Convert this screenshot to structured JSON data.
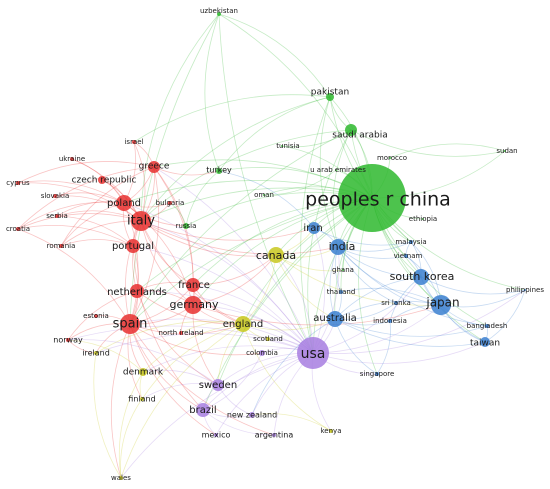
{
  "palette": {
    "red": "#e8302f",
    "green": "#2eb82e",
    "blue": "#3a7fd0",
    "yellow": "#c8c81e",
    "purple": "#a77ee0",
    "background": "#ffffff"
  },
  "nodes": [
    {
      "id": "peoples-r-china",
      "label": "peoples r china",
      "cluster": "green",
      "size": 5
    },
    {
      "id": "usa",
      "label": "usa",
      "cluster": "purple",
      "size": 4
    },
    {
      "id": "pakistan",
      "label": "pakistan",
      "cluster": "green",
      "size": 2
    },
    {
      "id": "uzbekistan",
      "label": "uzbekistan",
      "cluster": "green",
      "size": 1
    },
    {
      "id": "saudi-arabia",
      "label": "saudi arabia",
      "cluster": "green",
      "size": 2
    },
    {
      "id": "tunisia",
      "label": "tunisia",
      "cluster": "green",
      "size": 1
    },
    {
      "id": "morocco",
      "label": "morocco",
      "cluster": "green",
      "size": 1
    },
    {
      "id": "u-arab-emirates",
      "label": "u arab emirates",
      "cluster": "green",
      "size": 1
    },
    {
      "id": "sudan",
      "label": "sudan",
      "cluster": "green",
      "size": 1
    },
    {
      "id": "oman",
      "label": "oman",
      "cluster": "green",
      "size": 1
    },
    {
      "id": "ethiopia",
      "label": "ethiopia",
      "cluster": "green",
      "size": 1
    },
    {
      "id": "turkey",
      "label": "turkey",
      "cluster": "green",
      "size": 1
    },
    {
      "id": "russia",
      "label": "russia",
      "cluster": "green",
      "size": 1
    },
    {
      "id": "ghana",
      "label": "ghana",
      "cluster": "green",
      "size": 1
    },
    {
      "id": "iran",
      "label": "iran",
      "cluster": "blue",
      "size": 2
    },
    {
      "id": "india",
      "label": "india",
      "cluster": "blue",
      "size": 3
    },
    {
      "id": "malaysia",
      "label": "malaysia",
      "cluster": "blue",
      "size": 1
    },
    {
      "id": "vietnam",
      "label": "vietnam",
      "cluster": "blue",
      "size": 1
    },
    {
      "id": "south-korea",
      "label": "south korea",
      "cluster": "blue",
      "size": 3
    },
    {
      "id": "japan",
      "label": "japan",
      "cluster": "blue",
      "size": 3
    },
    {
      "id": "philippines",
      "label": "philippines",
      "cluster": "blue",
      "size": 1
    },
    {
      "id": "thailand",
      "label": "thailand",
      "cluster": "blue",
      "size": 1
    },
    {
      "id": "sri-lanka",
      "label": "sri lanka",
      "cluster": "blue",
      "size": 1
    },
    {
      "id": "indonesia",
      "label": "indonesia",
      "cluster": "blue",
      "size": 1
    },
    {
      "id": "bangladesh",
      "label": "bangladesh",
      "cluster": "blue",
      "size": 1
    },
    {
      "id": "taiwan",
      "label": "taiwan",
      "cluster": "blue",
      "size": 2
    },
    {
      "id": "australia",
      "label": "australia",
      "cluster": "blue",
      "size": 3
    },
    {
      "id": "singapore",
      "label": "singapore",
      "cluster": "blue",
      "size": 1
    },
    {
      "id": "israel",
      "label": "israel",
      "cluster": "red",
      "size": 1
    },
    {
      "id": "ukraine",
      "label": "ukraine",
      "cluster": "red",
      "size": 1
    },
    {
      "id": "greece",
      "label": "greece",
      "cluster": "red",
      "size": 2
    },
    {
      "id": "cyprus",
      "label": "cyprus",
      "cluster": "red",
      "size": 1
    },
    {
      "id": "slovakia",
      "label": "slovakia",
      "cluster": "red",
      "size": 1
    },
    {
      "id": "czech-republic",
      "label": "czech republic",
      "cluster": "red",
      "size": 1
    },
    {
      "id": "poland",
      "label": "poland",
      "cluster": "red",
      "size": 2
    },
    {
      "id": "bulgaria",
      "label": "bulgaria",
      "cluster": "red",
      "size": 1
    },
    {
      "id": "serbia",
      "label": "serbia",
      "cluster": "red",
      "size": 1
    },
    {
      "id": "croatia",
      "label": "croatia",
      "cluster": "red",
      "size": 1
    },
    {
      "id": "italy",
      "label": "italy",
      "cluster": "red",
      "size": 3
    },
    {
      "id": "romania",
      "label": "romania",
      "cluster": "red",
      "size": 1
    },
    {
      "id": "portugal",
      "label": "portugal",
      "cluster": "red",
      "size": 2
    },
    {
      "id": "france",
      "label": "france",
      "cluster": "red",
      "size": 2
    },
    {
      "id": "netherlands",
      "label": "netherlands",
      "cluster": "red",
      "size": 2
    },
    {
      "id": "germany",
      "label": "germany",
      "cluster": "red",
      "size": 3
    },
    {
      "id": "spain",
      "label": "spain",
      "cluster": "red",
      "size": 3
    },
    {
      "id": "estonia",
      "label": "estonia",
      "cluster": "red",
      "size": 1
    },
    {
      "id": "norway",
      "label": "norway",
      "cluster": "red",
      "size": 1
    },
    {
      "id": "north-ireland",
      "label": "north ireland",
      "cluster": "red",
      "size": 1
    },
    {
      "id": "canada",
      "label": "canada",
      "cluster": "yellow",
      "size": 2
    },
    {
      "id": "england",
      "label": "england",
      "cluster": "yellow",
      "size": 2
    },
    {
      "id": "scotland",
      "label": "scotland",
      "cluster": "yellow",
      "size": 1
    },
    {
      "id": "ireland",
      "label": "ireland",
      "cluster": "yellow",
      "size": 1
    },
    {
      "id": "denmark",
      "label": "denmark",
      "cluster": "yellow",
      "size": 1
    },
    {
      "id": "finland",
      "label": "finland",
      "cluster": "yellow",
      "size": 1
    },
    {
      "id": "wales",
      "label": "wales",
      "cluster": "yellow",
      "size": 1
    },
    {
      "id": "kenya",
      "label": "kenya",
      "cluster": "yellow",
      "size": 1
    },
    {
      "id": "colombia",
      "label": "colombia",
      "cluster": "purple",
      "size": 1
    },
    {
      "id": "sweden",
      "label": "sweden",
      "cluster": "purple",
      "size": 2
    },
    {
      "id": "brazil",
      "label": "brazil",
      "cluster": "purple",
      "size": 2
    },
    {
      "id": "new-zealand",
      "label": "new zealand",
      "cluster": "purple",
      "size": 1
    },
    {
      "id": "mexico",
      "label": "mexico",
      "cluster": "purple",
      "size": 1
    },
    {
      "id": "argentina",
      "label": "argentina",
      "cluster": "purple",
      "size": 1
    }
  ],
  "links": [
    [
      "peoples-r-china",
      "usa"
    ],
    [
      "peoples-r-china",
      "pakistan"
    ],
    [
      "peoples-r-china",
      "saudi-arabia"
    ],
    [
      "peoples-r-china",
      "uzbekistan"
    ],
    [
      "peoples-r-china",
      "india"
    ],
    [
      "peoples-r-china",
      "japan"
    ],
    [
      "peoples-r-china",
      "south-korea"
    ],
    [
      "peoples-r-china",
      "australia"
    ],
    [
      "peoples-r-china",
      "canada"
    ],
    [
      "peoples-r-china",
      "germany"
    ],
    [
      "peoples-r-china",
      "italy"
    ],
    [
      "peoples-r-china",
      "spain"
    ],
    [
      "peoples-r-china",
      "france"
    ],
    [
      "peoples-r-china",
      "england"
    ],
    [
      "peoples-r-china",
      "iran"
    ],
    [
      "peoples-r-china",
      "malaysia"
    ],
    [
      "peoples-r-china",
      "vietnam"
    ],
    [
      "peoples-r-china",
      "taiwan"
    ],
    [
      "peoples-r-china",
      "sudan"
    ],
    [
      "peoples-r-china",
      "morocco"
    ],
    [
      "peoples-r-china",
      "tunisia"
    ],
    [
      "peoples-r-china",
      "u-arab-emirates"
    ],
    [
      "peoples-r-china",
      "ethiopia"
    ],
    [
      "peoples-r-china",
      "ghana"
    ],
    [
      "peoples-r-china",
      "poland"
    ],
    [
      "peoples-r-china",
      "greece"
    ],
    [
      "peoples-r-china",
      "turkey"
    ],
    [
      "peoples-r-china",
      "netherlands"
    ],
    [
      "peoples-r-china",
      "sweden"
    ],
    [
      "peoples-r-china",
      "brazil"
    ],
    [
      "peoples-r-china",
      "philippines"
    ],
    [
      "peoples-r-china",
      "bangladesh"
    ],
    [
      "peoples-r-china",
      "singapore"
    ],
    [
      "peoples-r-china",
      "russia"
    ],
    [
      "peoples-r-china",
      "thailand"
    ],
    [
      "peoples-r-china",
      "oman"
    ],
    [
      "pakistan",
      "uzbekistan"
    ],
    [
      "pakistan",
      "saudi-arabia"
    ],
    [
      "pakistan",
      "italy"
    ],
    [
      "pakistan",
      "usa"
    ],
    [
      "pakistan",
      "turkey"
    ],
    [
      "pakistan",
      "israel"
    ],
    [
      "pakistan",
      "malaysia"
    ],
    [
      "pakistan",
      "india"
    ],
    [
      "uzbekistan",
      "italy"
    ],
    [
      "uzbekistan",
      "spain"
    ],
    [
      "uzbekistan",
      "usa"
    ],
    [
      "uzbekistan",
      "turkey"
    ],
    [
      "saudi-arabia",
      "usa"
    ],
    [
      "saudi-arabia",
      "italy"
    ],
    [
      "saudi-arabia",
      "malaysia"
    ],
    [
      "saudi-arabia",
      "india"
    ],
    [
      "saudi-arabia",
      "sudan"
    ],
    [
      "saudi-arabia",
      "spain"
    ],
    [
      "usa",
      "canada"
    ],
    [
      "usa",
      "england"
    ],
    [
      "usa",
      "germany"
    ],
    [
      "usa",
      "italy"
    ],
    [
      "usa",
      "spain"
    ],
    [
      "usa",
      "france"
    ],
    [
      "usa",
      "japan"
    ],
    [
      "usa",
      "south-korea"
    ],
    [
      "usa",
      "australia"
    ],
    [
      "usa",
      "india"
    ],
    [
      "usa",
      "brazil"
    ],
    [
      "usa",
      "mexico"
    ],
    [
      "usa",
      "argentina"
    ],
    [
      "usa",
      "new-zealand"
    ],
    [
      "usa",
      "colombia"
    ],
    [
      "usa",
      "sweden"
    ],
    [
      "usa",
      "netherlands"
    ],
    [
      "usa",
      "taiwan"
    ],
    [
      "usa",
      "singapore"
    ],
    [
      "usa",
      "kenya"
    ],
    [
      "usa",
      "denmark"
    ],
    [
      "usa",
      "wales"
    ],
    [
      "usa",
      "scotland"
    ],
    [
      "usa",
      "poland"
    ],
    [
      "usa",
      "greece"
    ],
    [
      "usa",
      "iran"
    ],
    [
      "usa",
      "philippines"
    ],
    [
      "usa",
      "norway"
    ],
    [
      "usa",
      "portugal"
    ],
    [
      "usa",
      "ireland"
    ],
    [
      "italy",
      "spain"
    ],
    [
      "italy",
      "germany"
    ],
    [
      "italy",
      "france"
    ],
    [
      "italy",
      "poland"
    ],
    [
      "italy",
      "greece"
    ],
    [
      "italy",
      "portugal"
    ],
    [
      "italy",
      "netherlands"
    ],
    [
      "italy",
      "croatia"
    ],
    [
      "italy",
      "cyprus"
    ],
    [
      "italy",
      "romania"
    ],
    [
      "italy",
      "serbia"
    ],
    [
      "italy",
      "slovakia"
    ],
    [
      "italy",
      "ukraine"
    ],
    [
      "italy",
      "israel"
    ],
    [
      "italy",
      "czech-republic"
    ],
    [
      "italy",
      "england"
    ],
    [
      "italy",
      "canada"
    ],
    [
      "italy",
      "iran"
    ],
    [
      "italy",
      "india"
    ],
    [
      "italy",
      "bulgaria"
    ],
    [
      "spain",
      "germany"
    ],
    [
      "spain",
      "france"
    ],
    [
      "spain",
      "portugal"
    ],
    [
      "spain",
      "england"
    ],
    [
      "spain",
      "netherlands"
    ],
    [
      "spain",
      "norway"
    ],
    [
      "spain",
      "estonia"
    ],
    [
      "spain",
      "ireland"
    ],
    [
      "spain",
      "wales"
    ],
    [
      "spain",
      "denmark"
    ],
    [
      "spain",
      "brazil"
    ],
    [
      "spain",
      "mexico"
    ],
    [
      "spain",
      "colombia"
    ],
    [
      "spain",
      "argentina"
    ],
    [
      "spain",
      "greece"
    ],
    [
      "spain",
      "poland"
    ],
    [
      "spain",
      "croatia"
    ],
    [
      "spain",
      "finland"
    ],
    [
      "germany",
      "france"
    ],
    [
      "germany",
      "netherlands"
    ],
    [
      "germany",
      "england"
    ],
    [
      "germany",
      "poland"
    ],
    [
      "germany",
      "sweden"
    ],
    [
      "germany",
      "greece"
    ],
    [
      "germany",
      "canada"
    ],
    [
      "germany",
      "japan"
    ],
    [
      "germany",
      "north-ireland"
    ],
    [
      "france",
      "netherlands"
    ],
    [
      "france",
      "canada"
    ],
    [
      "france",
      "england"
    ],
    [
      "france",
      "greece"
    ],
    [
      "netherlands",
      "england"
    ],
    [
      "netherlands",
      "sweden"
    ],
    [
      "netherlands",
      "norway"
    ],
    [
      "poland",
      "greece"
    ],
    [
      "poland",
      "czech-republic"
    ],
    [
      "poland",
      "portugal"
    ],
    [
      "poland",
      "cyprus"
    ],
    [
      "poland",
      "slovakia"
    ],
    [
      "poland",
      "ukraine"
    ],
    [
      "poland",
      "serbia"
    ],
    [
      "poland",
      "croatia"
    ],
    [
      "poland",
      "romania"
    ],
    [
      "poland",
      "bulgaria"
    ],
    [
      "poland",
      "russia"
    ],
    [
      "poland",
      "israel"
    ],
    [
      "greece",
      "cyprus"
    ],
    [
      "greece",
      "israel"
    ],
    [
      "greece",
      "turkey"
    ],
    [
      "greece",
      "romania"
    ],
    [
      "greece",
      "croatia"
    ],
    [
      "portugal",
      "romania"
    ],
    [
      "portugal",
      "brazil"
    ],
    [
      "portugal",
      "croatia"
    ],
    [
      "portugal",
      "serbia"
    ],
    [
      "england",
      "scotland"
    ],
    [
      "england",
      "ireland"
    ],
    [
      "england",
      "wales"
    ],
    [
      "england",
      "denmark"
    ],
    [
      "england",
      "sweden"
    ],
    [
      "england",
      "australia"
    ],
    [
      "england",
      "canada"
    ],
    [
      "england",
      "north-ireland"
    ],
    [
      "england",
      "finland"
    ],
    [
      "england",
      "kenya"
    ],
    [
      "canada",
      "australia"
    ],
    [
      "canada",
      "iran"
    ],
    [
      "canada",
      "india"
    ],
    [
      "canada",
      "ghana"
    ],
    [
      "canada",
      "japan"
    ],
    [
      "india",
      "south-korea"
    ],
    [
      "india",
      "japan"
    ],
    [
      "india",
      "malaysia"
    ],
    [
      "india",
      "iran"
    ],
    [
      "india",
      "australia"
    ],
    [
      "india",
      "sri-lanka"
    ],
    [
      "india",
      "bangladesh"
    ],
    [
      "india",
      "thailand"
    ],
    [
      "india",
      "vietnam"
    ],
    [
      "south-korea",
      "japan"
    ],
    [
      "south-korea",
      "vietnam"
    ],
    [
      "south-korea",
      "malaysia"
    ],
    [
      "south-korea",
      "taiwan"
    ],
    [
      "south-korea",
      "australia"
    ],
    [
      "south-korea",
      "indonesia"
    ],
    [
      "south-korea",
      "philippines"
    ],
    [
      "japan",
      "taiwan"
    ],
    [
      "japan",
      "bangladesh"
    ],
    [
      "japan",
      "philippines"
    ],
    [
      "japan",
      "australia"
    ],
    [
      "japan",
      "indonesia"
    ],
    [
      "japan",
      "thailand"
    ],
    [
      "japan",
      "vietnam"
    ],
    [
      "japan",
      "malaysia"
    ],
    [
      "australia",
      "singapore"
    ],
    [
      "australia",
      "indonesia"
    ],
    [
      "australia",
      "sri-lanka"
    ],
    [
      "australia",
      "new-zealand"
    ],
    [
      "australia",
      "taiwan"
    ],
    [
      "australia",
      "bangladesh"
    ],
    [
      "australia",
      "thailand"
    ],
    [
      "sweden",
      "denmark"
    ],
    [
      "sweden",
      "finland"
    ],
    [
      "sweden",
      "brazil"
    ],
    [
      "sweden",
      "norway"
    ],
    [
      "sweden",
      "new-zealand"
    ],
    [
      "brazil",
      "mexico"
    ],
    [
      "brazil",
      "argentina"
    ],
    [
      "brazil",
      "colombia"
    ],
    [
      "brazil",
      "new-zealand"
    ],
    [
      "denmark",
      "finland"
    ],
    [
      "denmark",
      "wales"
    ],
    [
      "denmark",
      "norway"
    ],
    [
      "ireland",
      "wales"
    ],
    [
      "finland",
      "wales"
    ],
    [
      "norway",
      "ireland"
    ],
    [
      "kenya",
      "new-zealand"
    ],
    [
      "iran",
      "malaysia"
    ],
    [
      "iran",
      "turkey"
    ],
    [
      "malaysia",
      "vietnam"
    ],
    [
      "taiwan",
      "bangladesh"
    ],
    [
      "taiwan",
      "philippines"
    ],
    [
      "singapore",
      "indonesia"
    ],
    [
      "sudan",
      "morocco"
    ],
    [
      "turkey",
      "russia"
    ],
    [
      "russia",
      "bulgaria"
    ],
    [
      "tunisia",
      "saudi-arabia"
    ],
    [
      "oman",
      "u-arab-emirates"
    ]
  ]
}
